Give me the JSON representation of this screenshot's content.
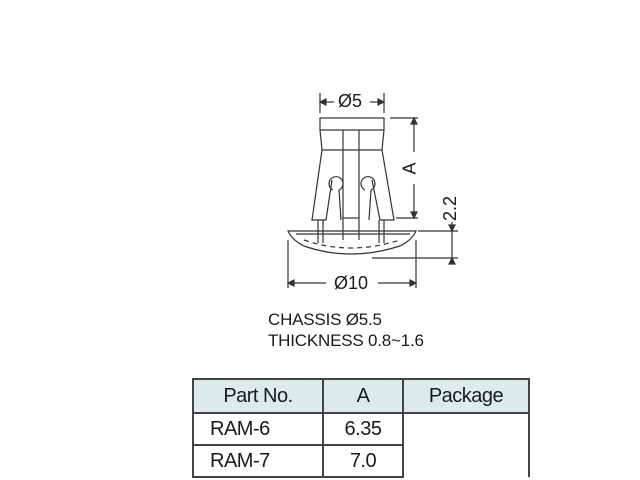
{
  "drawing": {
    "dim_top_diameter": "Ø5",
    "dim_height": "A",
    "dim_head_thickness": "2.2",
    "dim_head_diameter": "Ø10"
  },
  "specs": {
    "chassis": "CHASSIS  Ø5.5",
    "thickness": "THICKNESS  0.8~1.6"
  },
  "table": {
    "headers": [
      "Part No.",
      "A",
      "Package"
    ],
    "rows": [
      {
        "part_no": "RAM-6",
        "a": "6.35",
        "package": ""
      },
      {
        "part_no": "RAM-7",
        "a": "7.0",
        "package": ""
      }
    ],
    "header_bg": "#dcecec"
  }
}
